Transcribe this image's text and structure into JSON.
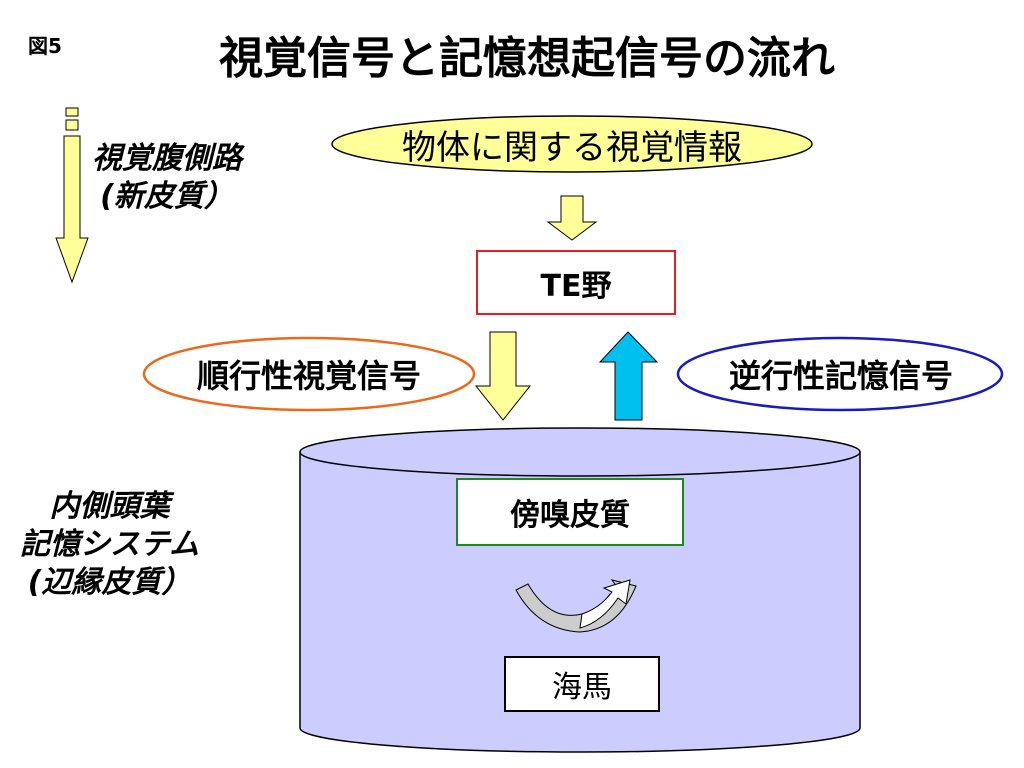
{
  "figure_label": "図5",
  "title": "視覚信号と記憶想起信号の流れ",
  "side_labels": {
    "ventral_line1": "視覚腹側路",
    "ventral_line2": "(新皮質）",
    "mtl_line1": "内側頭葉",
    "mtl_line2": "記憶システム",
    "mtl_line3": "(辺縁皮質）"
  },
  "nodes": {
    "visual_info": "物体に関する視覚情報",
    "te": "TE野",
    "forward_signal": "順行性視覚信号",
    "backward_signal": "逆行性記憶信号",
    "perirhinal": "傍嗅皮質",
    "hippocampus": "海馬"
  },
  "colors": {
    "yellow_fill": "#ffff99",
    "oval_yellow": "#ffff99",
    "oval_yellow_border": "#000000",
    "forward_border": "#e86a1a",
    "backward_border": "#1a1ac0",
    "cyan_arrow": "#00c0f0",
    "cylinder_fill": "#ccccff",
    "te_border": "#e02020",
    "peri_border": "#1e8a1e"
  }
}
